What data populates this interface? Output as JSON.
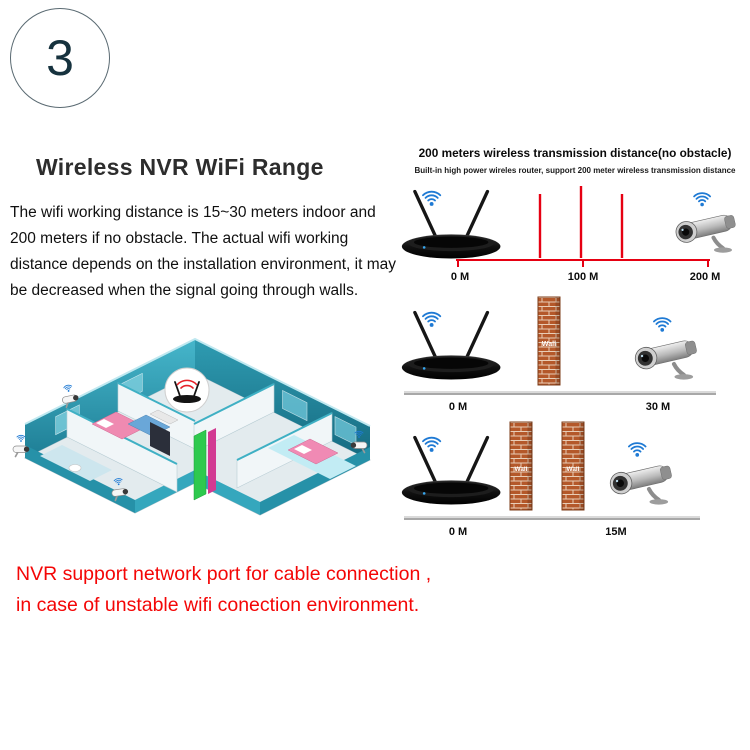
{
  "step_badge": {
    "number": "3"
  },
  "intro": {
    "title": "Wireless NVR WiFi Range",
    "body": "The wifi working distance is 15~30 meters indoor and 200 meters if no obstacle. The actual wifi working distance depends on the installation environment, it may be decreased when the signal going through walls."
  },
  "range_section": {
    "heading": "200 meters wireless transmission distance(no obstacle)",
    "subheading": "Built-in high power wireles router, support 200 meter wireless transmission distance",
    "no_obstacle": {
      "start_label": "0 M",
      "mid_label": "100 M",
      "end_label": "200 M"
    },
    "one_wall": {
      "wall_label": "Wall",
      "start_label": "0 M",
      "end_label": "30 M"
    },
    "two_walls": {
      "wall_labels": [
        "Wall",
        "Wall"
      ],
      "start_label": "0 M",
      "end_label": "15M"
    }
  },
  "footer_note": {
    "line1": "NVR support network port for cable connection ,",
    "line2": "in case of unstable wifi conection environment."
  },
  "colors": {
    "accent_red": "#e60012",
    "wifi_blue": "#1f7ad4",
    "teal_wall": "#2f9fb5",
    "brick": "#b4582a",
    "footer_red": "#f40606"
  },
  "icons": {
    "router": "nvr-router-icon",
    "camera": "wifi-camera-icon",
    "wifi": "wifi-signal-icon",
    "wall": "brick-wall-icon",
    "house": "home-installation-illustration"
  }
}
